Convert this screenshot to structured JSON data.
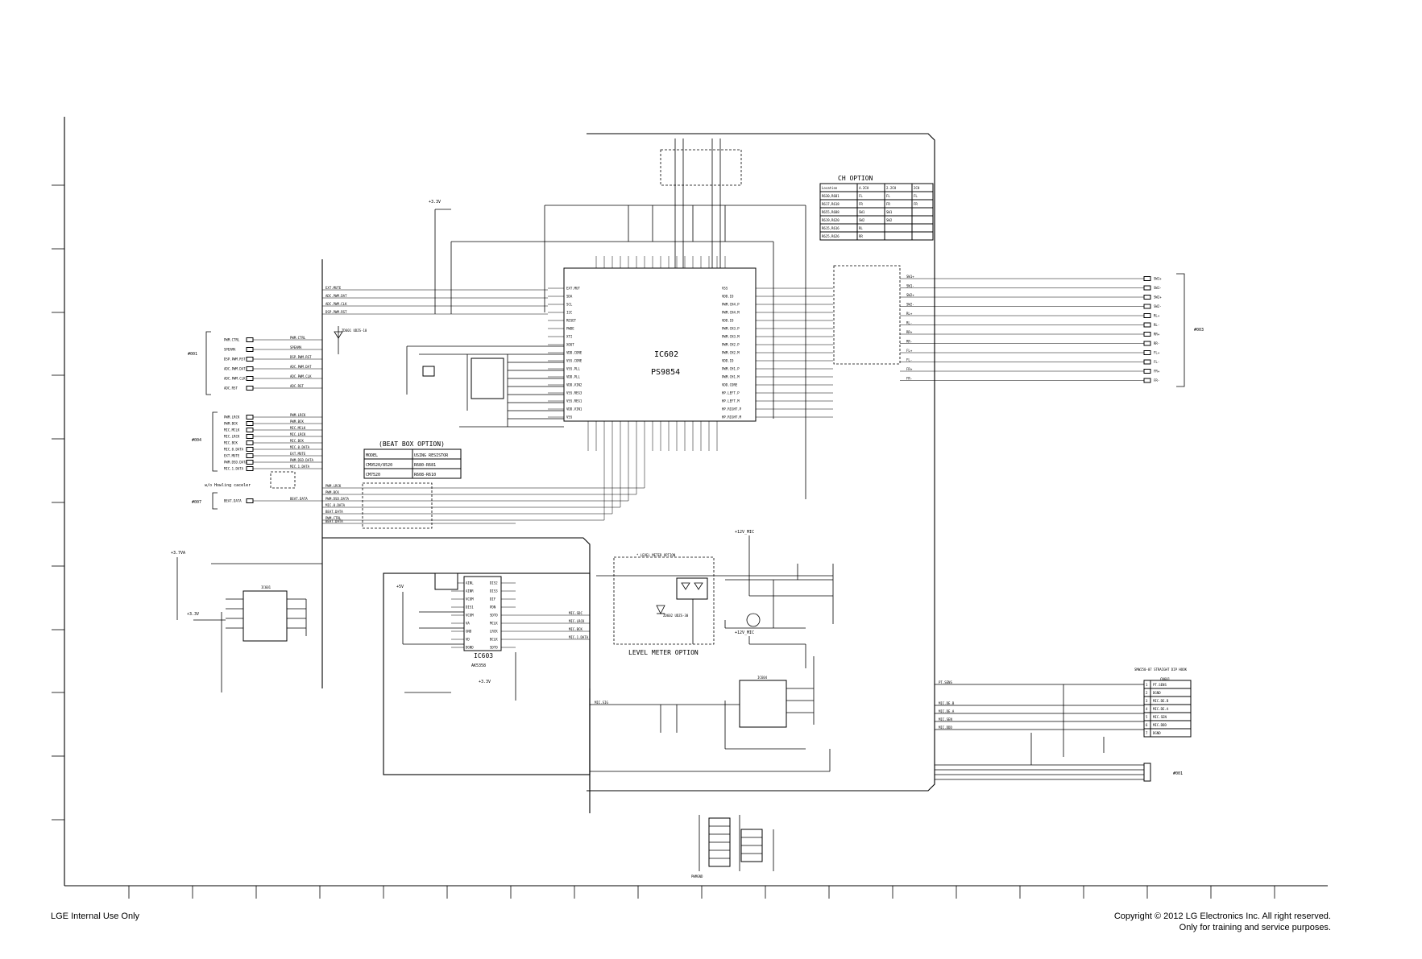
{
  "footer": {
    "left": "LGE Internal Use Only",
    "right_line1": "Copyright © 2012 LG Electronics Inc. All right reserved.",
    "right_line2": "Only for training and service purposes."
  },
  "ic602": {
    "name": "IC602",
    "part": "PS9854"
  },
  "ic603": {
    "name": "IC603",
    "part": "AK5358"
  },
  "ch_option": {
    "title": "CH OPTION",
    "headers": [
      "Location",
      "4.2CH",
      "2.2CH",
      "2CH"
    ],
    "rows": [
      [
        "R630,R681",
        "FL",
        "FL",
        "FL"
      ],
      [
        "R617,R618",
        "FR",
        "FR",
        "FR"
      ],
      [
        "R655,R688",
        "SW1",
        "SW1",
        ""
      ],
      [
        "R619,R620",
        "SW2",
        "SW2",
        ""
      ],
      [
        "R615,R616",
        "RL",
        "",
        ""
      ],
      [
        "R625,R626",
        "RR",
        "",
        ""
      ]
    ]
  },
  "beat_box": {
    "title": "(BEAT BOX OPTION)",
    "headers": [
      "MODEL",
      "USING RESISTOR"
    ],
    "rows": [
      [
        "CM9520/8520",
        "R680-R681"
      ],
      [
        "CM7520",
        "R608-R610"
      ]
    ]
  },
  "level_meter": {
    "title": "LEVEL METER OPTION",
    "inner": "* LEVEL METER OPTION"
  },
  "howling": "w/o Howling caceler",
  "connectors": {
    "c001_top": "#001",
    "c004": "#004",
    "c007": "#007",
    "c003": "#003",
    "c001_bottom": "#001"
  },
  "supplies": {
    "v33_top": "+3.3V",
    "v37": "+3.7VA",
    "v33_left": "+3.3V",
    "v5": "+5V",
    "v33_ic603": "+3.3V",
    "mic12_a": "+12V_MIC",
    "mic12_b": "+12V_MIC"
  },
  "ground": "PWMGND",
  "cn601": {
    "name": "CN601",
    "header": "SMW250-07 STRAIGHT DIP HOOK",
    "pins": [
      "PT.SENS",
      "DGND",
      "MIC.DE.B",
      "MIC.DE.A",
      "MIC.SEN",
      "MIC.DDD",
      "DGND"
    ]
  },
  "left_group_001": [
    "PWM.CTRL",
    "SPEAMA",
    "DSP.PWM.RST",
    "ADC.PWM.DAT",
    "ADC.PWM.CLK",
    "ADC.RST"
  ],
  "left_group_004": [
    "PWM.LRCK",
    "PWM.BCK",
    "MIC.MCLK",
    "MIC.LRCK",
    "MIC.BCK",
    "MIC.0.DATA",
    "EXT.MUTE",
    "PWM.DSD.DATA",
    "MIC.1.DATA"
  ],
  "left_group_007": [
    "BEAT.DATA"
  ],
  "right_outputs": [
    "SW1+",
    "SW1-",
    "SW2+",
    "SW2-",
    "RL+",
    "RL-",
    "RR+",
    "RR-",
    "FL+",
    "FL-",
    "FR+",
    "FR-"
  ],
  "ic602_left_pins": [
    "EXT.MUT",
    "SDA",
    "SCL",
    "I2C",
    "RESET",
    "PWDE",
    "XTI",
    "XOUT",
    "VDD.CORE",
    "VSS.CORE",
    "VSS.PLL",
    "VDD.PLL",
    "VDD.VIN2",
    "VSS.REG3",
    "VSS.REG1",
    "VDD.VIN1",
    "VSS"
  ],
  "ic602_right_pins": [
    "VSS",
    "VDD.IO",
    "PWM.CH4.P",
    "PWM.CH4.M",
    "VDD.IO",
    "PWM.CH3.P",
    "PWM.CH3.M",
    "PWM.CH2.P",
    "PWM.CH2.M",
    "VDD.IO",
    "PWM.CH1.P",
    "PWM.CH1.M",
    "VDD.CORE",
    "HP.LEFT.P",
    "HP.LEFT.M",
    "HP.RIGHT.P",
    "HP.RIGHT.M"
  ],
  "ic603_left_pins": [
    "AINL",
    "AINR",
    "VCOM",
    "DIS1",
    "VCOM",
    "VA",
    "GND",
    "VD",
    "DGND"
  ],
  "ic603_right_pins": [
    "DIS2",
    "DIS3",
    "DIF",
    "PDN",
    "SDTO",
    "MCLK",
    "LRCK",
    "BCLK",
    "SDTO"
  ],
  "mid_left_signals": [
    "EXT.MUTE",
    "ADC.PWM.DAT",
    "ADC.PWM.CLK",
    "DSP.PWM.RST",
    "PWM.LRCK",
    "PWM.BCK",
    "PWM.DSD.DATA",
    "MIC.0.DATA",
    "BEAT.DATA",
    "PWM.CTRL",
    "SPEAMA",
    "ADC.RST",
    "MIC.SDC",
    "MIC.LRCK",
    "MIC.BCK",
    "MIC.1.DATA",
    "MIC.SIG",
    "PT.SENS",
    "MIC.DE.B",
    "MIC.DE.A",
    "MIC.SEN",
    "MIC.DDD"
  ],
  "zener_a": "ZD601 UDZS-10",
  "zener_b": "ZD602 UDZS-30",
  "ic_small": "IC601",
  "ic_mic": "IC604"
}
